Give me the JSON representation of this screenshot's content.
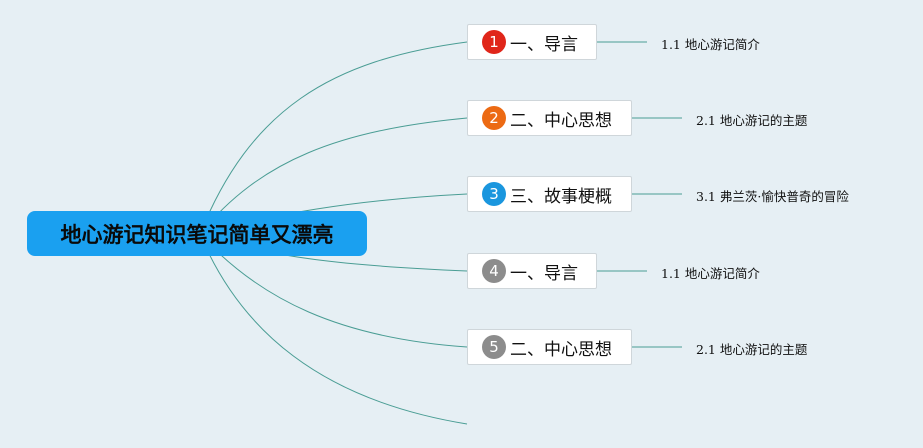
{
  "root": {
    "label": "地心游记知识笔记简单又漂亮"
  },
  "topics": [
    {
      "number": "1",
      "label": "一、导言",
      "color": "#e0261a",
      "sub": "1.1 地心游记简介"
    },
    {
      "number": "2",
      "label": "二、中心思想",
      "color": "#ec6a13",
      "sub": "2.1 地心游记的主题"
    },
    {
      "number": "3",
      "label": "三、故事梗概",
      "color": "#1a96de",
      "sub": "3.1 弗兰茨·愉快普奇的冒险"
    },
    {
      "number": "4",
      "label": "一、导言",
      "color": "#8c8c8c",
      "sub": "1.1 地心游记简介"
    },
    {
      "number": "5",
      "label": "二、中心思想",
      "color": "#8c8c8c",
      "sub": "2.1 地心游记的主题"
    }
  ],
  "colors": {
    "branch_line": "#4a9d94",
    "root_fill": "#1aa0f0",
    "background": "#e6eff4"
  }
}
